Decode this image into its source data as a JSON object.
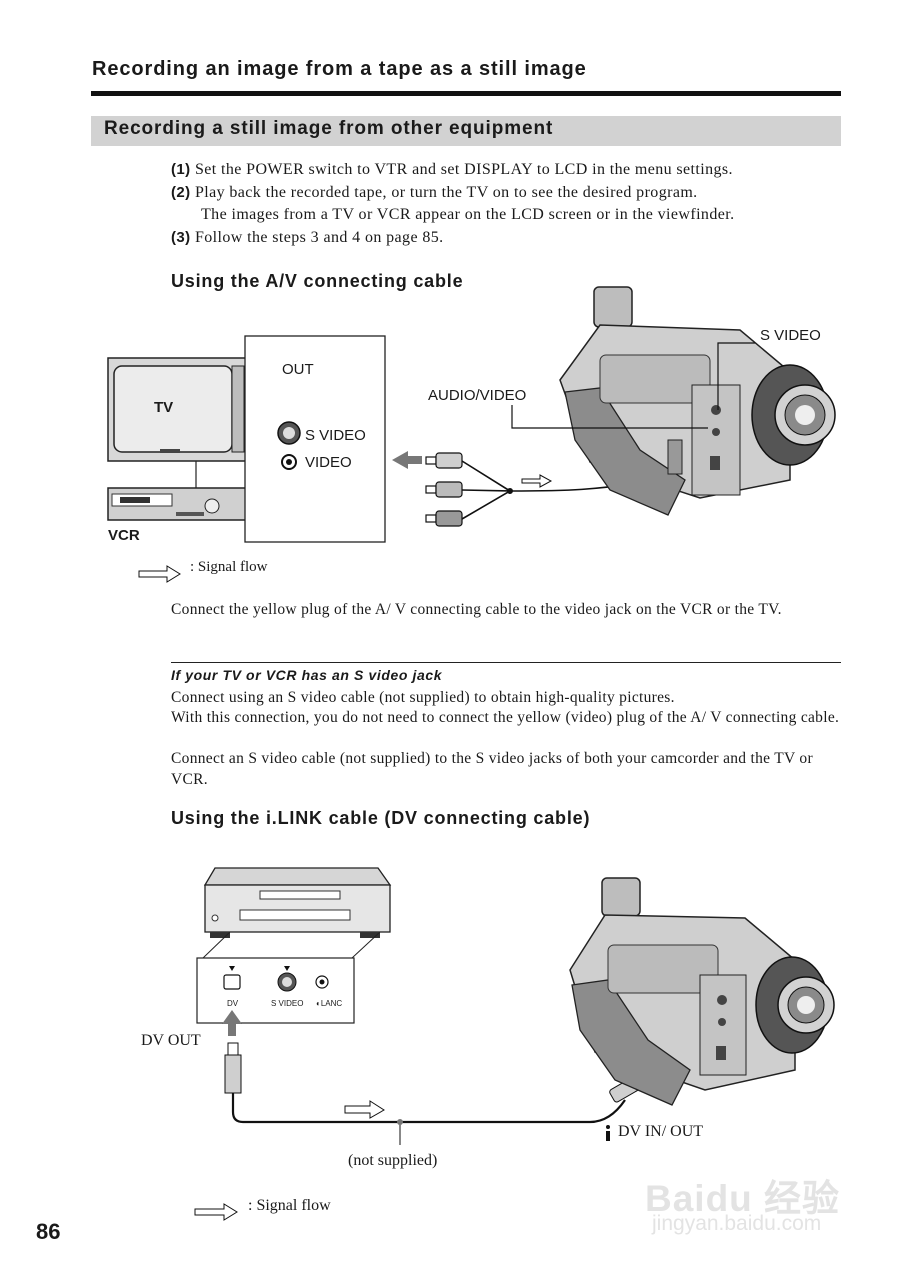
{
  "header": {
    "page_title": "Recording an image from a tape as a still image",
    "section_title": "Recording a still image from other equipment"
  },
  "steps": [
    {
      "num": "(1)",
      "text": "Set the POWER switch to VTR and set DISPLAY to LCD in the menu settings."
    },
    {
      "num": "(2)",
      "text": "Play back the recorded tape, or turn the TV on to see the desired program."
    },
    {
      "num": "",
      "text": "The images from a TV or VCR appear on the LCD screen or in the viewfinder."
    },
    {
      "num": "(3)",
      "text": "Follow the steps 3 and 4 on page 85."
    }
  ],
  "av_section": {
    "heading": "Using the A/V connecting cable",
    "diagram": {
      "tv_label": "TV",
      "vcr_label": "VCR",
      "out_label": "OUT",
      "s_video_jack_label": "S VIDEO",
      "video_jack_label": "VIDEO",
      "audio_video_label": "AUDIO/VIDEO",
      "camera_s_video_label": "S VIDEO",
      "signal_flow_label": ": Signal flow"
    },
    "paragraph": "Connect the yellow plug of the A/ V connecting cable to the video jack on the VCR or the TV."
  },
  "tip": {
    "heading": "If your TV or VCR has an S video jack",
    "lines": [
      "Connect using an S video cable (not supplied) to obtain high-quality pictures.",
      "With this connection, you do not need to connect the yellow (video) plug of the A/ V connecting cable.",
      "Connect an S video cable (not supplied) to the S video jacks of both your camcorder and the TV or VCR."
    ]
  },
  "ilink_section": {
    "heading": "Using the i.LINK cable (DV connecting cable)",
    "diagram": {
      "dv_jack_label": "DV",
      "s_video_jack_label": "S VIDEO",
      "lanc_jack_label": "LANC",
      "dv_out_label": "DV OUT",
      "dv_in_out_label": "DV IN/ OUT",
      "not_supplied_label": "(not supplied)",
      "signal_flow_label": ": Signal flow"
    }
  },
  "footer": {
    "page_number": "86",
    "watermark_main": "Baidu 经验",
    "watermark_sub": "jingyan.baidu.com"
  }
}
